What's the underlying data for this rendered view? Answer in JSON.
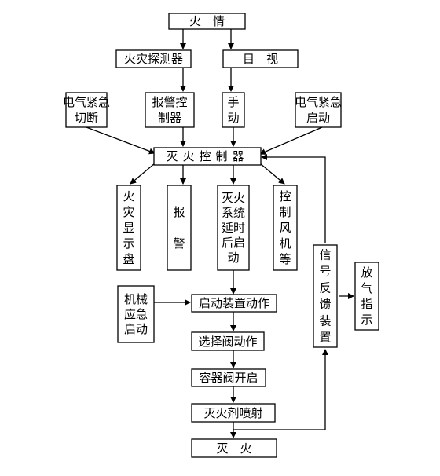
{
  "colors": {
    "stroke": "#000000",
    "background": "#ffffff"
  },
  "nodes": {
    "fire": "火　情",
    "detector": "火灾探测器",
    "visual": "目　视",
    "elec_cut": "电气紧急切断",
    "alarm_ctrl": "报警控制器",
    "manual": "手动",
    "elec_start": "电气紧急启动",
    "controller": "灭火控制器",
    "display": "火灾显示盘",
    "alarm": "报警",
    "delay": "灭火系统延时后启动",
    "fan": "控制风机等",
    "feedback": "信号反馈装置",
    "vent": "放气指示",
    "mech": "机械应急启动",
    "start_device": "启动装置动作",
    "select_valve": "选择阀动作",
    "container": "容器阀开启",
    "spray": "灭火剂喷射",
    "extinguish": "灭　火"
  }
}
